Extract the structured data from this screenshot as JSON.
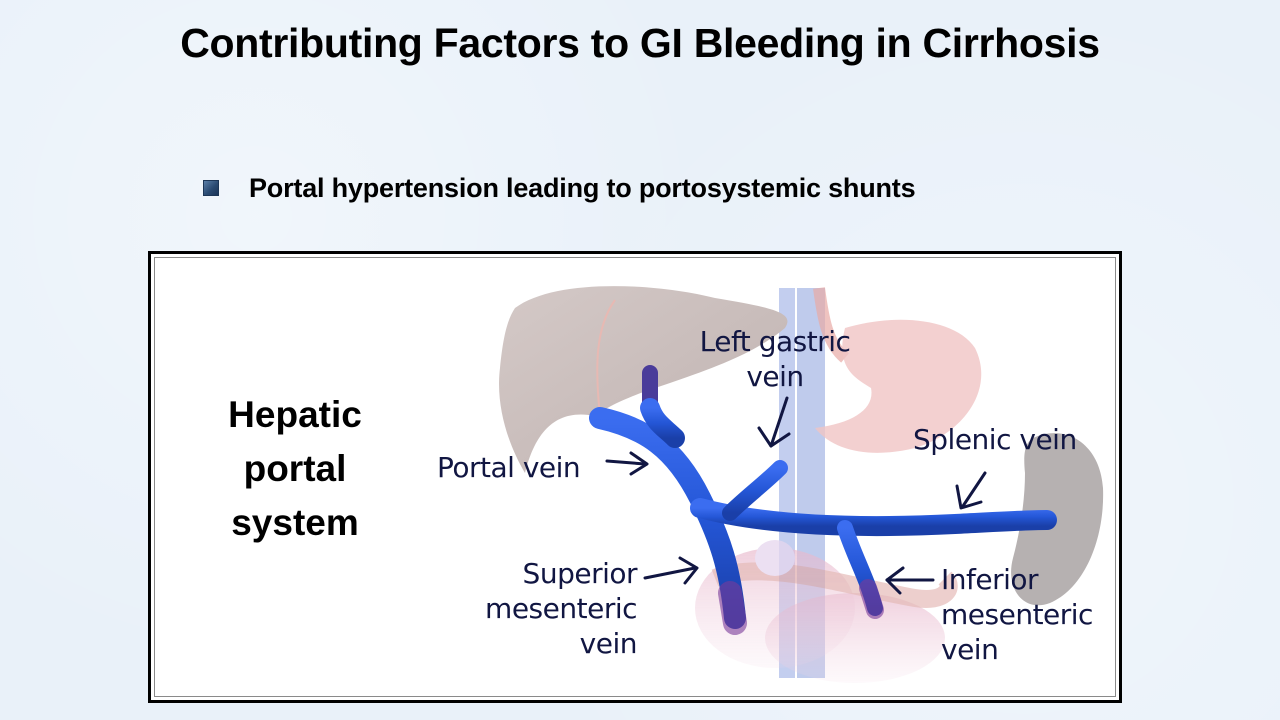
{
  "slide": {
    "title": "Contributing Factors to GI Bleeding in Cirrhosis",
    "bullets": [
      {
        "icon": "square-bullet-icon",
        "text": "Portal hypertension leading to portosystemic shunts"
      }
    ]
  },
  "figure": {
    "heading_lines": [
      "Hepatic",
      "portal",
      "system"
    ],
    "labels": {
      "left_gastric_vein": [
        "Left gastric",
        "vein"
      ],
      "portal_vein": [
        "Portal vein"
      ],
      "splenic_vein": [
        "Splenic vein"
      ],
      "superior_mesenteric_vein": [
        "Superior",
        "mesenteric",
        "vein"
      ],
      "inferior_mesenteric_vein": [
        "Inferior",
        "mesenteric",
        "vein"
      ]
    },
    "colors": {
      "vein": "#2456d6",
      "label_text": "#111642",
      "liver": "#c9bdbb",
      "stomach": "#f0c4c4",
      "spleen": "#a9a3a3"
    }
  }
}
